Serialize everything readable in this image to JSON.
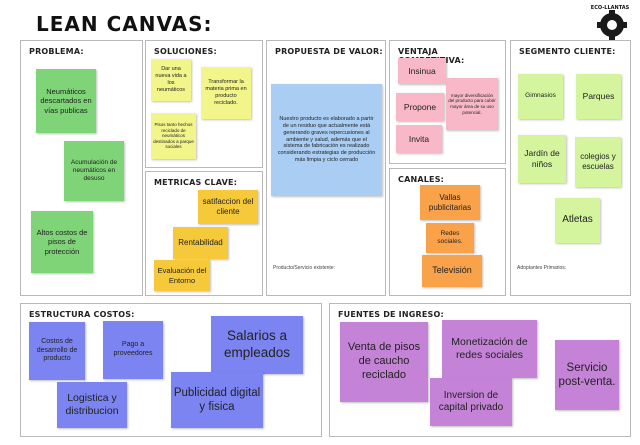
{
  "canvas": {
    "title": "LEAN  CANVAS:",
    "logo_text": "ECO-LLANTAS"
  },
  "sections": {
    "problema": {
      "title": "PROBLEMA:",
      "notes": [
        "Neumáticos descartados en vías publicas",
        "Acumulación de neumáticos en desuso",
        "Altos costos de pisos de protección"
      ]
    },
    "soluciones": {
      "title": "SOLUCIONES:",
      "notes": [
        "Dar una nueva vida a los neumáticos",
        "Transformar la materia prima en producto reciclado.",
        "Pisos tanto hechos reciclado de neumáticos destinados a parque sociales"
      ]
    },
    "metricas": {
      "title": "METRICAS CLAVE:",
      "notes": [
        "satifaccion del cliente",
        "Rentabilidad",
        "Evaluación del Entorno"
      ]
    },
    "propuesta": {
      "title": "PROPUESTA DE VALOR:",
      "note": "Nuestro producto es elaborado a partir de un residuo que actualmente está generando graves repercusiones al ambiente y salud, además que el sistema de fabricación es realizado considerando estrategias de producción más limpia y ciclo cerrado",
      "footer": "Producto/Servicio existente:"
    },
    "ventaja": {
      "title": "VENTAJA COMPETITIVA:",
      "notes": [
        "Insinua",
        "Propone",
        "Invita",
        "mayor diversificación del producto para cubrir mayor área de su uso potencial."
      ]
    },
    "canales": {
      "title": "CANALES:",
      "notes": [
        "Vallas publicitarias",
        "Redes sociales.",
        "Televisión"
      ]
    },
    "segmento": {
      "title": "SEGMENTO CLIENTE:",
      "notes": [
        "Gimnasios",
        "Parques",
        "Jardín de niños",
        "colegios y escuelas",
        "Atletas"
      ],
      "footer": "Adoptantes Primarios:"
    },
    "costos": {
      "title": "ESTRUCTURA COSTOS:",
      "notes": [
        "Costos de desarrollo de producto",
        "Pago a proveedores",
        "Salarios a empleados",
        "Logistica y distribucion",
        "Publicidad digital y fisica"
      ]
    },
    "ingresos": {
      "title": "FUENTES DE INGRESO:",
      "notes": [
        "Venta de pisos de caucho reciclado",
        "Monetización de redes sociales",
        "Servicio post-venta.",
        "Inversion de capital privado"
      ]
    }
  },
  "colors": {
    "problem_note": "#7ed477",
    "solution_note": "#f2f58a",
    "metric_note": "#f6c93b",
    "value_note": "#a9cdf3",
    "advantage_note": "#f8b8c8",
    "channel_note": "#f9a24a",
    "segment_note": "#d4f59e",
    "cost_note": "#7c84f2",
    "revenue_note": "#c583d8"
  }
}
